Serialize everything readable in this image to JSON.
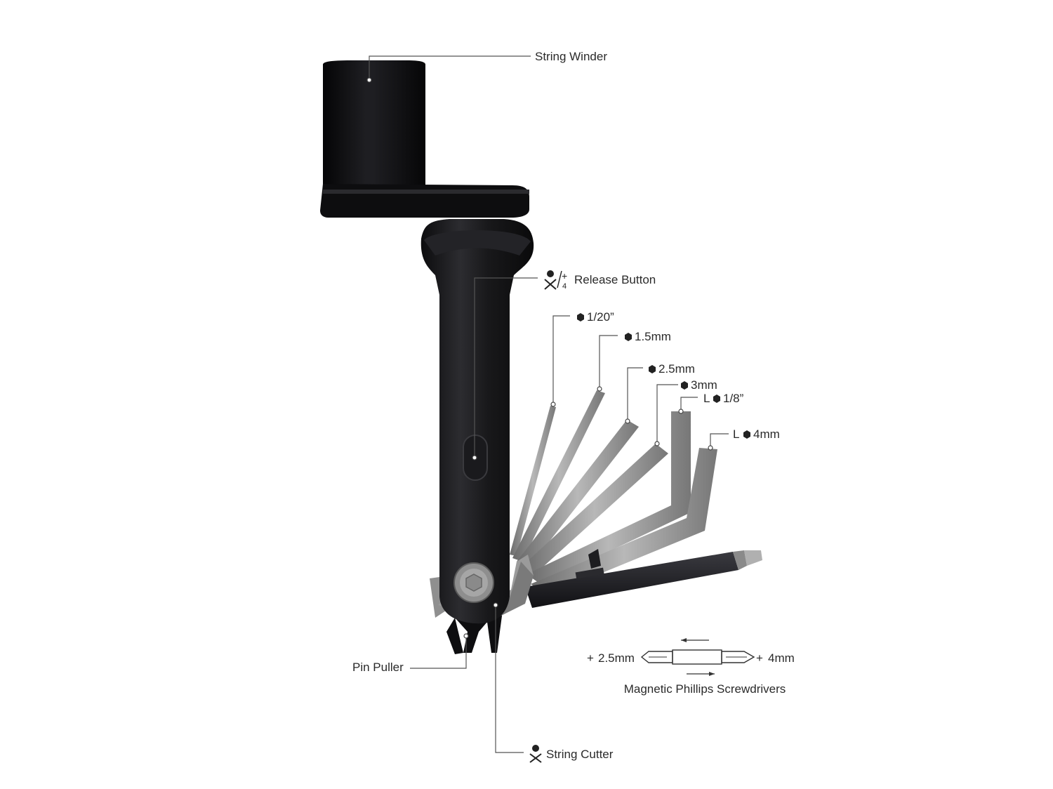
{
  "colors": {
    "body": "#141416",
    "body_highlight": "#3a3a3e",
    "steel": "#9a9a9a",
    "steel_dark": "#6c6c6c",
    "label_text": "#2a2a2a",
    "leader_line": "#555555"
  },
  "callouts": {
    "string_winder": "String Winder",
    "release_button": "Release Button",
    "release_icon_fraction": "+⁄₄",
    "pin_puller": "Pin Puller",
    "string_cutter": "String Cutter",
    "hex_1_20": "1/20”",
    "hex_1_5": "1.5mm",
    "hex_2_5": "2.5mm",
    "hex_3": "3mm",
    "hex_1_8_prefix": "L",
    "hex_1_8": "1/8”",
    "hex_4_prefix": "L",
    "hex_4": "4mm"
  },
  "screwdriver_legend": {
    "left_size": "2.5mm",
    "right_size": "4mm",
    "plus_sign": "+",
    "caption": "Magnetic Phillips Screwdrivers"
  },
  "icons": {
    "hex": "hex-icon",
    "person": "person-icon",
    "release_button": "release-button-icon"
  }
}
